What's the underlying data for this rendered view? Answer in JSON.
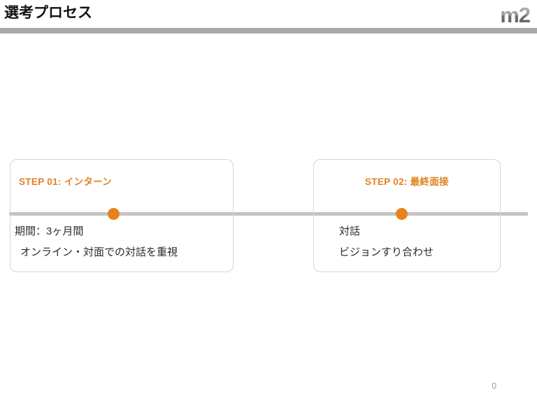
{
  "header": {
    "title": "選考プロセス",
    "logo": "m2",
    "rule_color": "#a9a9a9"
  },
  "theme": {
    "accent": "#e8821e",
    "heading_color": "#e0821e",
    "body_color": "#2b2b2b",
    "card_border": "#d6d6d6",
    "timeline_color": "#c3c3c3",
    "page_number_color": "#969696"
  },
  "timeline": {
    "dots": [
      {
        "name": "step-1-dot"
      },
      {
        "name": "step-2-dot"
      }
    ]
  },
  "steps": [
    {
      "heading": "STEP 01: インターン",
      "lines": [
        "期間：3ヶ月間",
        "オンライン・対面での対話を重視"
      ]
    },
    {
      "heading": "STEP 02: 最終面接",
      "lines": [
        "対話",
        "ビジョンすり合わせ"
      ]
    }
  ],
  "footer": {
    "page_number": "0"
  }
}
